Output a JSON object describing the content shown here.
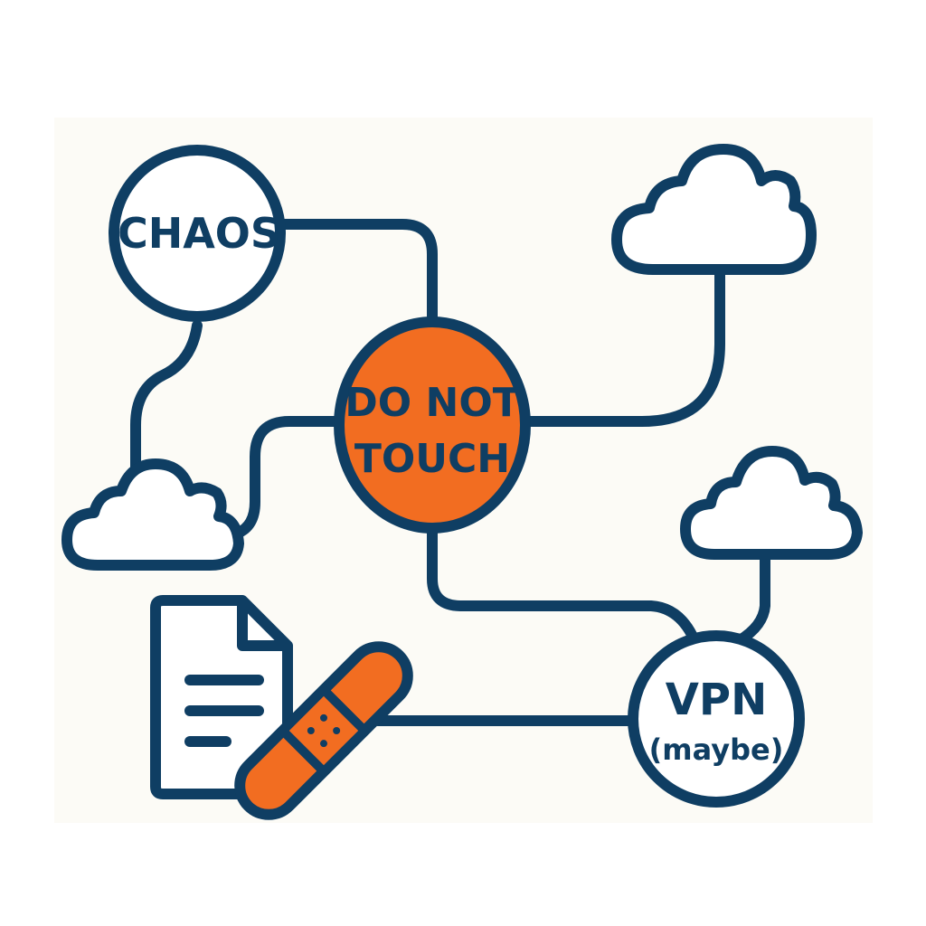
{
  "colors": {
    "background": "#fcfbf6",
    "stroke": "#0f3e63",
    "accent": "#f26d21",
    "fill": "#ffffff"
  },
  "nodes": {
    "chaos": {
      "label": "CHAOS"
    },
    "center": {
      "line1": "DO NOT",
      "line2": "TOUCH"
    },
    "vpn": {
      "line1": "VPN",
      "line2": "(maybe)"
    }
  },
  "icons": [
    "cloud-icon",
    "cloud-icon",
    "cloud-icon",
    "document-icon",
    "bandage-icon"
  ]
}
